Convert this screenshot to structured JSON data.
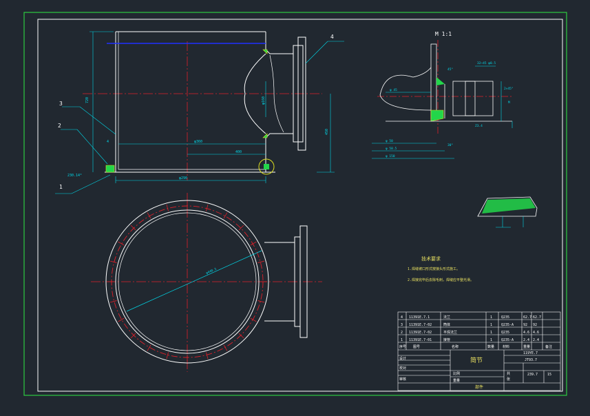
{
  "colors": {
    "background": "#212830",
    "outer_border": "#2ecc40",
    "frame": "#ffffff",
    "center_line": "#e0202a",
    "dimension": "#00d8e8",
    "hatch": "#22d64a",
    "weld_yellow": "#e0e020",
    "blue_line": "#2030ff",
    "text_yellow": "#e8e060"
  },
  "callouts": {
    "c1": "1",
    "c2": "2",
    "c3": "3",
    "c4": "4"
  },
  "detail": {
    "title": "M 1:1"
  },
  "technical_requirements": {
    "title": "技术要求",
    "line1": "1.焊缝坡口形式按接头形式施工。",
    "line2": "2.焊接完毕后去除毛刺，焊缝应平整光滑。"
  },
  "parts_table": {
    "rows": [
      {
        "no": "4",
        "code": "11391E.7.1",
        "name": "法兰",
        "qty": "1",
        "material": "Q235",
        "w1": "62.7",
        "w2": "62.7"
      },
      {
        "no": "3",
        "code": "11391E.7-02",
        "name": "筒体",
        "qty": "1",
        "material": "Q235-A",
        "w1": "92",
        "w2": "92"
      },
      {
        "no": "2",
        "code": "11391E.7-02",
        "name": "平焊法兰",
        "qty": "1",
        "material": "Q235",
        "w1": "4.6",
        "w2": "4.6"
      },
      {
        "no": "1",
        "code": "11391E.7-01",
        "name": "接管",
        "qty": "1",
        "material": "Q235-A",
        "w1": "2.4",
        "w2": "2.4"
      }
    ],
    "header": {
      "no": "序号",
      "code": "图号",
      "name": "名称",
      "qty": "数量",
      "material": "材料",
      "weight": "重量",
      "remark": "备注"
    },
    "center_title": "简节",
    "drawing_no": "119YE.7",
    "part_no": "JT93.7",
    "sheet_a": "239.7",
    "sheet_b": "15",
    "footer": "部件",
    "labels": {
      "design": "设计",
      "check": "校对",
      "approve": "审核",
      "scale": "比例",
      "weight": "重量",
      "sheet": "张",
      "total": "共"
    }
  }
}
